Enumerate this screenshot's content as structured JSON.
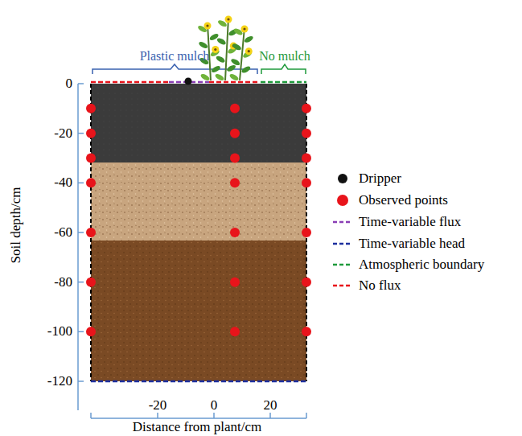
{
  "diagram": {
    "labels": [
      "Plastic mulch",
      "No mulch",
      "0",
      "-20",
      "-40",
      "-60",
      "-80",
      "-100",
      "-120",
      "Soil depth/cm",
      "-20",
      "0",
      "20",
      "Distance from plant/cm"
    ],
    "legend": [
      {
        "text": "Dripper"
      },
      {
        "text": "Observed points"
      },
      {
        "text": "Time-variable flux"
      },
      {
        "text": "Time-variable head"
      },
      {
        "text": "Atmospheric boundary"
      },
      {
        "text": "No flux"
      }
    ]
  }
}
